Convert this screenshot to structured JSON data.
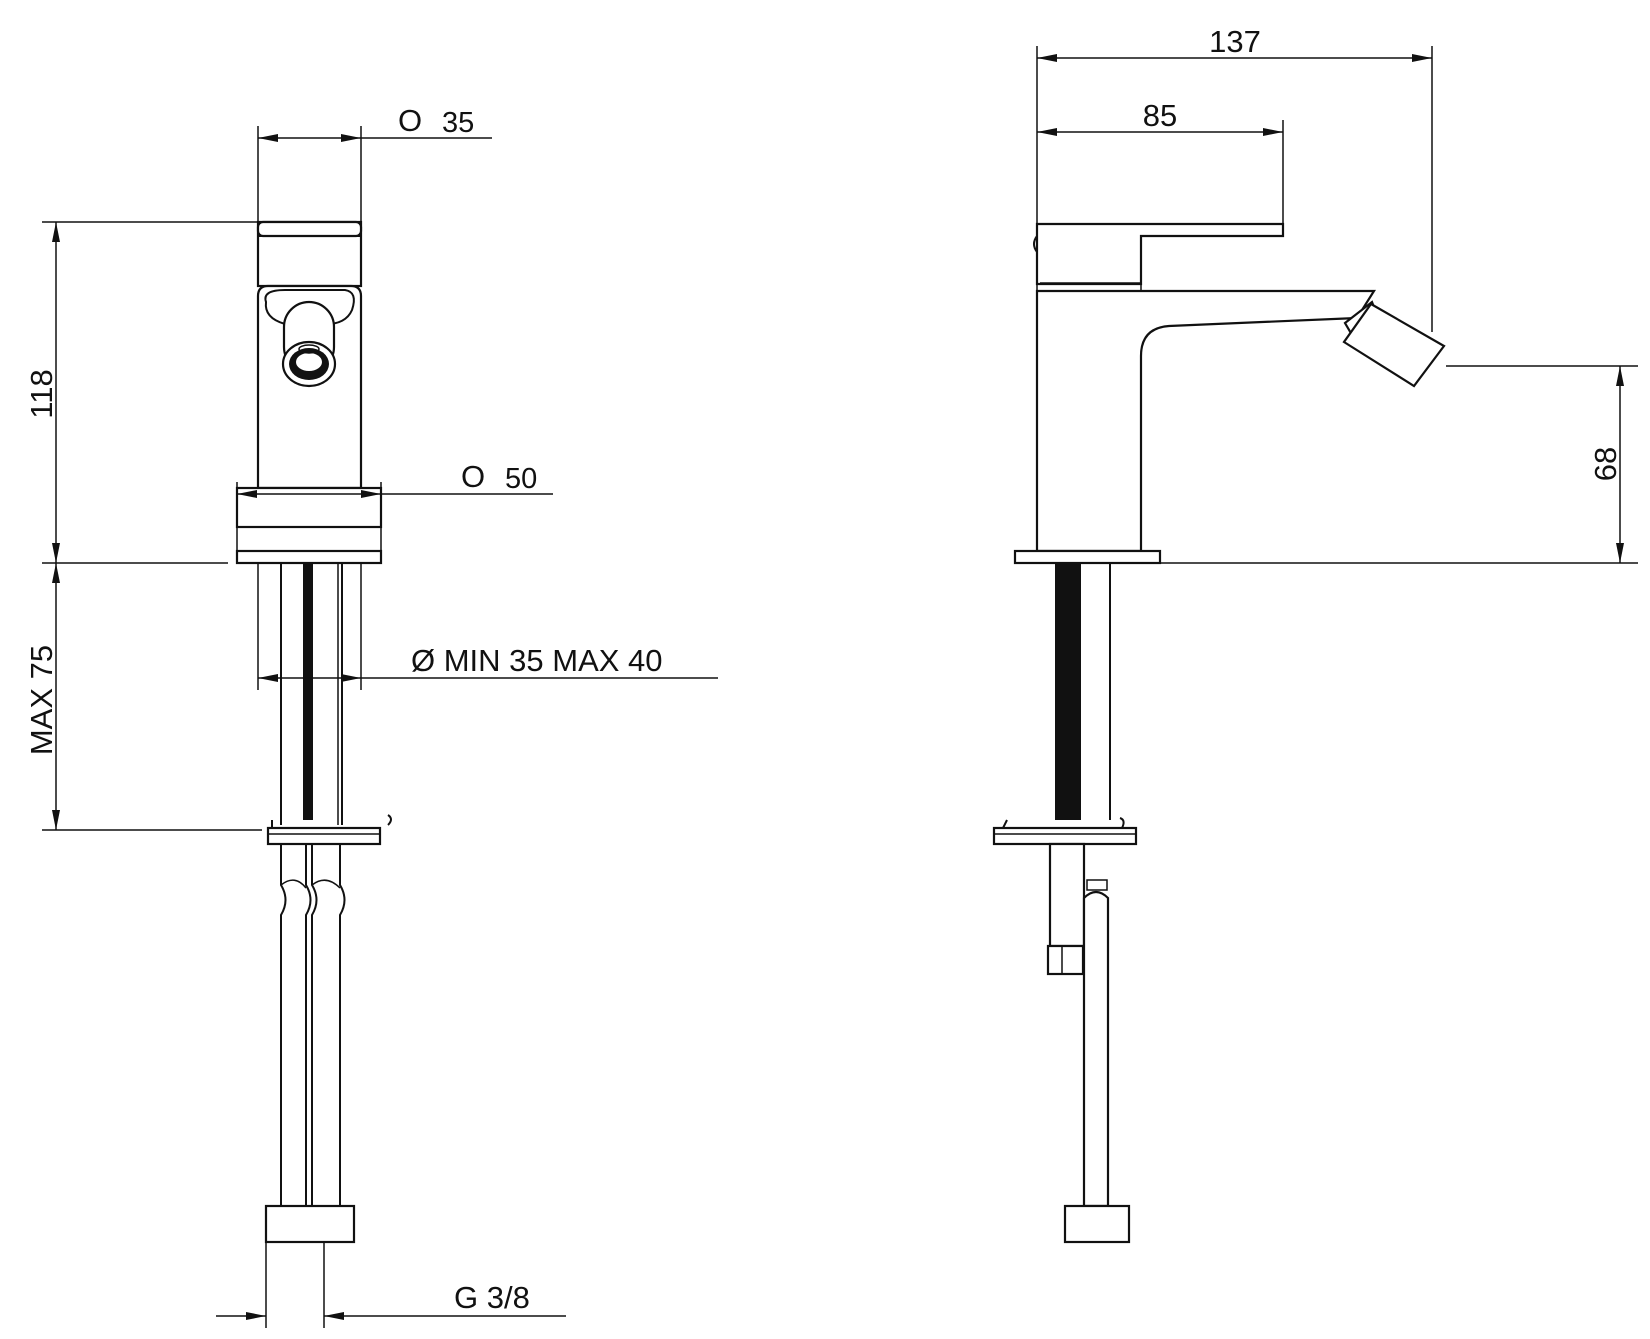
{
  "drawing": {
    "front_view": {
      "spout_diameter": {
        "symbol": "O",
        "value": "35"
      },
      "base_diameter": {
        "symbol": "O",
        "value": "50"
      },
      "height": "118",
      "hole_diameter": "Ø MIN 35 MAX 40",
      "max_thickness": "MAX 75",
      "connection": "G 3/8"
    },
    "side_view": {
      "overall_length": "137",
      "lever_length": "85",
      "spout_height": "68"
    }
  }
}
